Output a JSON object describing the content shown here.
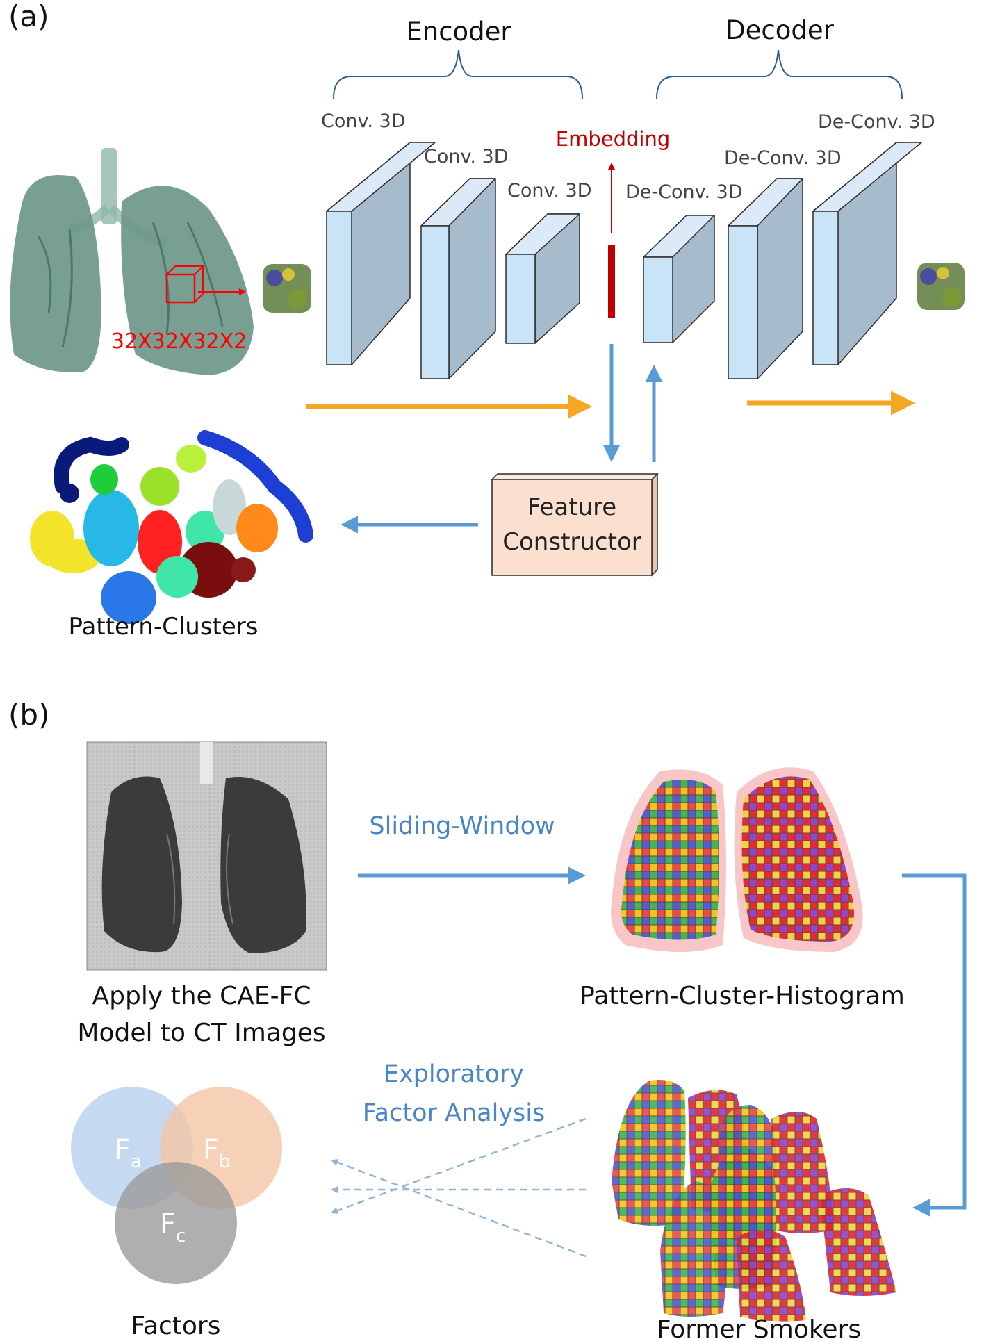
{
  "panel_a": {
    "tag": "(a)",
    "encoder_label": "Encoder",
    "decoder_label": "Decoder",
    "encoder_layers": [
      "Conv. 3D",
      "Conv. 3D",
      "Conv. 3D"
    ],
    "decoder_layers": [
      "De-Conv. 3D",
      "De-Conv. 3D",
      "De-Conv. 3D"
    ],
    "embedding_label": "Embedding",
    "patch_size_label": "32X32X32X2",
    "feature_constructor_lines": [
      "Feature",
      "Constructor"
    ],
    "clusters_label": "Pattern-Clusters"
  },
  "panel_b": {
    "tag": "(b)",
    "ct_caption_lines": [
      "Apply the CAE-FC",
      "Model to CT Images"
    ],
    "sliding_window_label": "Sliding-Window",
    "histogram_label": "Pattern-Cluster-Histogram",
    "efa_lines": [
      "Exploratory",
      "Factor Analysis"
    ],
    "factor_a": "F",
    "factor_a_sub": "a",
    "factor_b": "F",
    "factor_b_sub": "b",
    "factor_c": "F",
    "factor_c_sub": "c",
    "factors_label": "Factors",
    "smokers_label": "Former Smokers"
  },
  "colors": {
    "box_face": "#c9e3f7",
    "box_side": "#a6bccd",
    "box_edge": "#2b2b2b",
    "orange_arrow": "#f5a623",
    "blue_arrow": "#5b9bd5",
    "embedding_red": "#c00000",
    "patch_red": "#ff0000",
    "fc_fill": "#fbe0cf",
    "factor_a_fill": "#b6d1ee",
    "factor_b_fill": "#f4c5a6",
    "factor_c_fill": "#9b9b9b"
  }
}
